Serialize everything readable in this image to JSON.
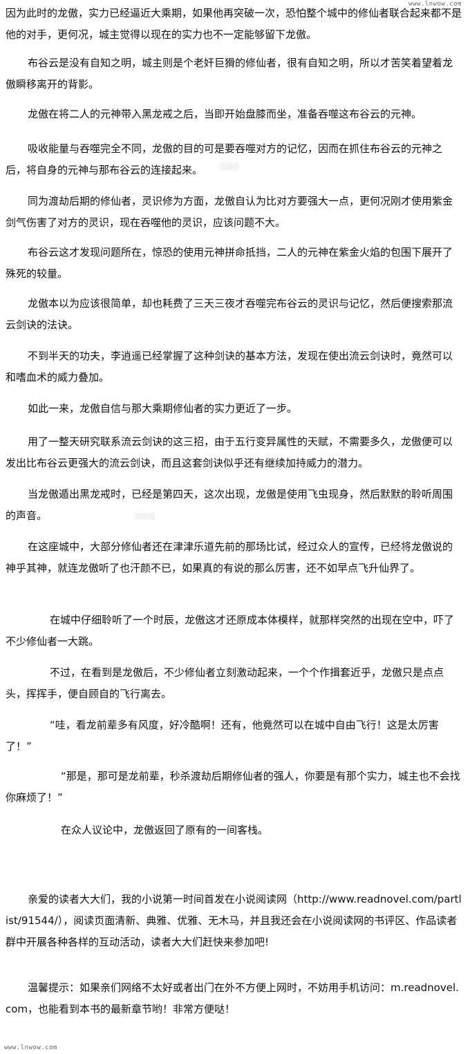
{
  "watermark": {
    "top": "www.lnwow.com",
    "bottom": "www.lnwow.com"
  },
  "paragraphs": [
    "因为此时的龙傲，实力已经逼近大乘期，如果他再突破一次，恐怕整个城中的修仙者联合起来都不是他的对手，更何况，城主觉得以现在的实力也不一定能够留下龙傲。",
    "布谷云是没有自知之明，城主则是个老奸巨猾的修仙者，很有自知之明，所以才苦笑着望着龙傲瞬移离开的背影。",
    "龙傲在将二人的元神带入黑龙戒之后，当即开始盘膝而坐，准备吞噬这布谷云的元神。",
    "吸收能量与吞噬完全不同，龙傲的目的可是要吞噬对方的记忆，因而在抓住布谷云的元神之后，将自身的元神与那布谷云的连接起来。",
    "同为渡劫后期的修仙者，灵识修为方面，龙傲自认为比对方要强大一点，更何况刚才使用紫金剑气伤害了对方的灵识，现在吞噬他的灵识，应该问题不大。",
    "布谷云这才发现问题所在，惊恐的使用元神拼命抵挡，二人的元神在紫金火焰的包围下展开了殊死的较量。",
    "龙傲本以为应该很简单，却也耗费了三天三夜才吞噬完布谷云的灵识与记忆，然后便搜索那流云剑诀的法诀。",
    "不到半天的功夫，李逍遥已经掌握了这种剑诀的基本方法，发现在使出流云剑诀时，竟然可以和嗜血术的威力叠加。",
    "如此一来，龙傲自信与那大乘期修仙者的实力更近了一步。",
    "用了一整天研究联系流云剑诀的这三招，由于五行变异属性的天赋，不需要多久，龙傲便可以发出比布谷云更强大的流云剑诀，而且这套剑诀似乎还有继续加持威力的潜力。",
    "当龙傲遁出黑龙戒时，已经是第四天，这次出现，龙傲是使用飞虫现身，然后默默的聆听周围的声音。",
    "在这座城中，大部分修仙者还在津津乐道先前的那场比试，经过众人的宣传，已经将龙傲说的神乎其神，就连龙傲听了也汗颜不已，如果真的有说的那么厉害，还不如早点飞升仙界了。",
    "在城中仔细聆听了一个时辰，龙傲这才还原成本体模样，就那样突然的出现在空中，吓了不少修仙者一大跳。",
    "不过，在看到是龙傲后，不少修仙者立刻激动起来，一个个作揖套近乎，龙傲只是点点头，挥挥手，便自顾自的飞行离去。",
    "“哇，看龙前辈多有风度，好冷酷啊！还有，他竟然可以在城中自由飞行！这是太厉害了！”",
    "“那是，那可是龙前辈，秒杀渡劫后期修仙者的强人，你要是有那个实力，城主也不会找你麻烦了！”",
    "在众人议论中，龙傲返回了原有的一间客栈。",
    "亲爱的读者大大们，我的小说第一时间首发在小说阅读网（http://www.readnovel.com/partlist/91544/），阅读页面清新、典雅、优雅、无木马，并且我还会在小说阅读网的书评区、作品读者群中开展各种各样的互动活动，读者大大们赶快来参加吧!",
    "温馨提示：如果亲们网络不太好或者出门在外不方便上网时，不妨用手机访问：m.readnovel.com，也能看到本书的最新章节哟！非常方便哒！"
  ]
}
